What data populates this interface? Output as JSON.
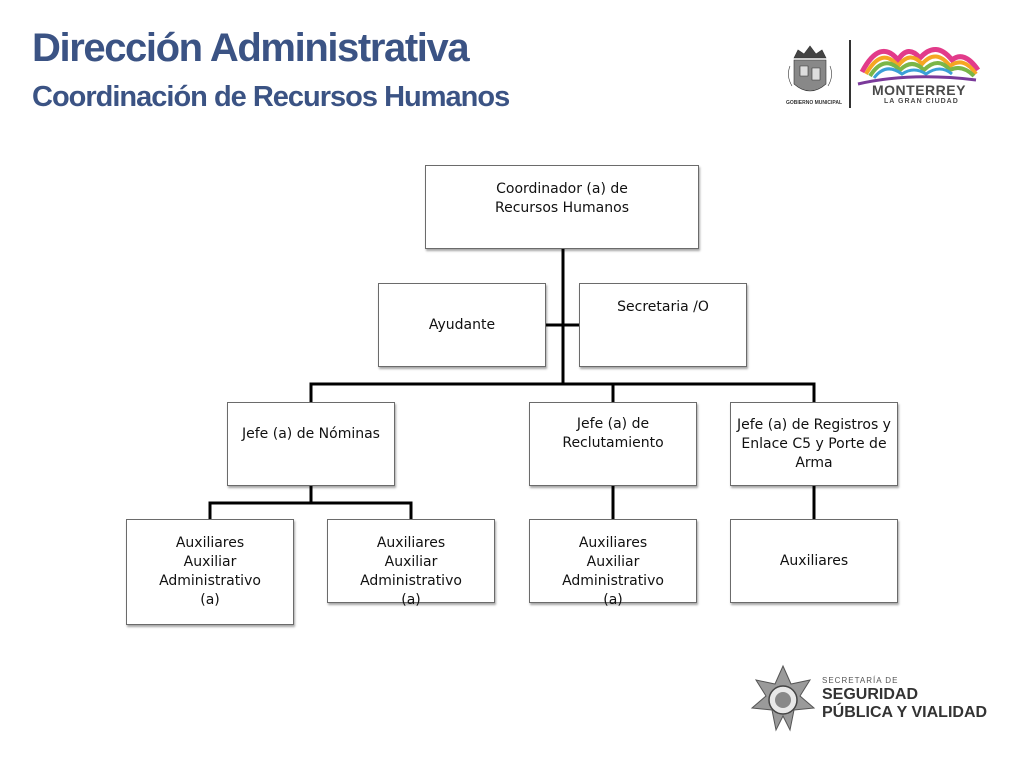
{
  "header": {
    "title": "Dirección Administrativa",
    "subtitle": "Coordinación de Recursos Humanos"
  },
  "org_chart": {
    "root": "Coordinador (a)  de\nRecursos Humanos",
    "assistants": [
      "Ayudante",
      "Secretaria /O"
    ],
    "heads": [
      "Jefe (a) de Nóminas",
      "Jefe (a) de\nReclutamiento",
      "Jefe (a) de Registros y\nEnlace C5 y Porte de\nArma"
    ],
    "staff": [
      "Auxiliares\nAuxiliar Administrativo\n(a)",
      "Auxiliares\nAuxiliar Administrativo\n(a)",
      "Auxiliares\nAuxiliar Administrativo\n(a)",
      "Auxiliares"
    ]
  },
  "logos": {
    "monterrey_main": "MONTERREY",
    "monterrey_tagline": "LA GRAN CIUDAD",
    "gobierno": "GOBIERNO MUNICIPAL",
    "ssp_line1": "SECRETARÍA DE",
    "ssp_line2": "SEGURIDAD",
    "ssp_line3": "PÚBLICA Y VIALIDAD"
  },
  "colors": {
    "title": "#3b5384",
    "connector": "#000000",
    "box_border": "#6b6b6b"
  }
}
